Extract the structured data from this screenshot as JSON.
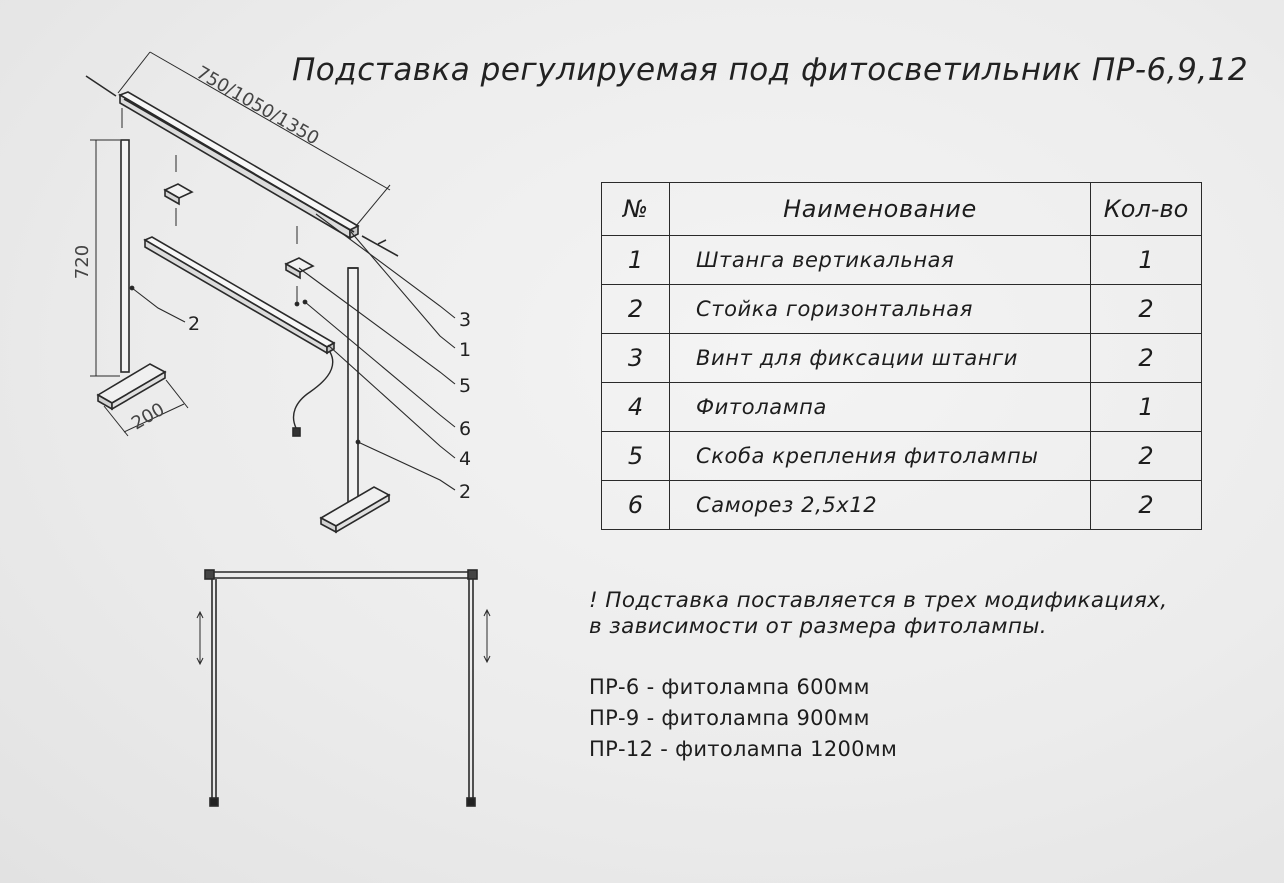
{
  "title": "Подставка регулируемая под фитосветильник ПР-6,9,12",
  "table": {
    "headers": [
      "№",
      "Наименование",
      "Кол-во"
    ],
    "rows": [
      {
        "num": "1",
        "name": "Штанга вертикальная",
        "qty": "1"
      },
      {
        "num": "2",
        "name": "Стойка горизонтальная",
        "qty": "2"
      },
      {
        "num": "3",
        "name": "Винт для фиксации штанги",
        "qty": "2"
      },
      {
        "num": "4",
        "name": "Фитолампа",
        "qty": "1"
      },
      {
        "num": "5",
        "name": "Скоба крепления фитолампы",
        "qty": "2"
      },
      {
        "num": "6",
        "name": "Саморез 2,5х12",
        "qty": "2"
      }
    ]
  },
  "note": {
    "line1": "! Подставка поставляется в трех модификациях,",
    "line2": "в зависимости от размера фитолампы."
  },
  "modifications": [
    "ПР-6 - фитолампа 600мм",
    "ПР-9 - фитолампа 900мм",
    "ПР-12 - фитолампа 1200мм"
  ],
  "dimensions": {
    "length": "750/1050/1350",
    "height": "720",
    "base": "200"
  },
  "callouts": [
    "3",
    "1",
    "5",
    "6",
    "4",
    "2",
    "2"
  ]
}
